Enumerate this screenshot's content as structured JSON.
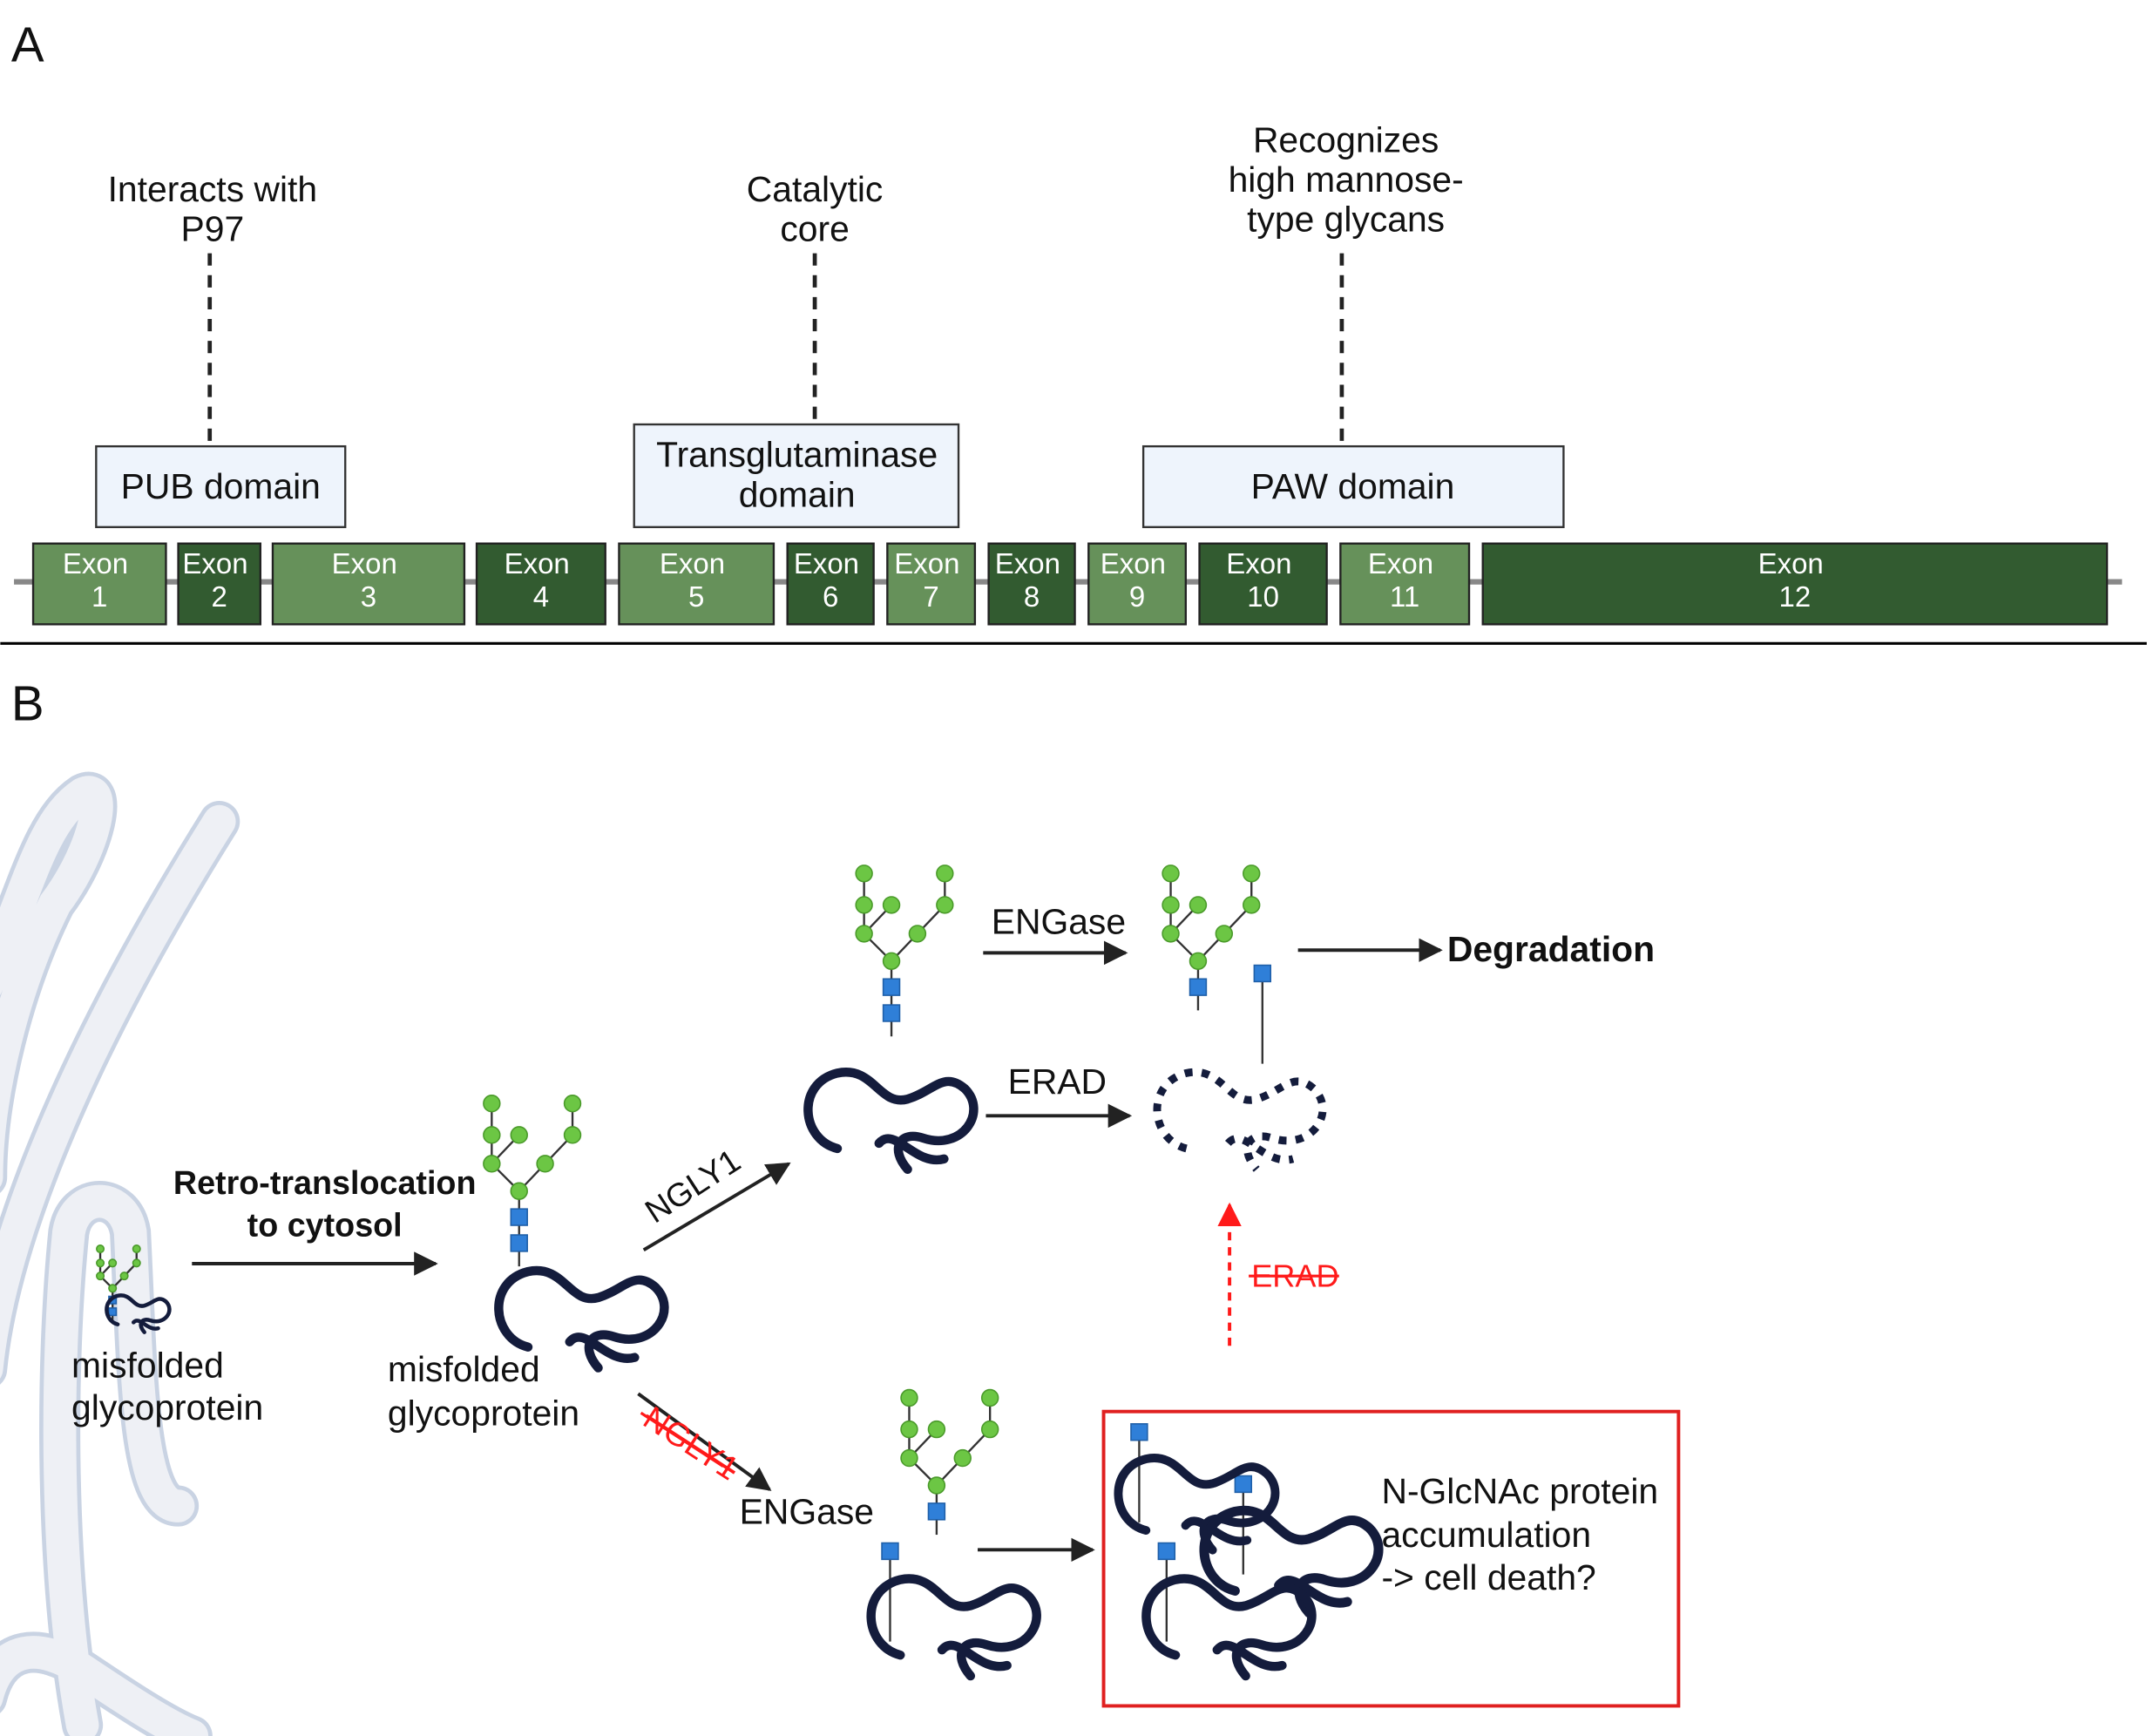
{
  "panel_a": {
    "letter": "A",
    "annotations": {
      "pub": [
        "Interacts with",
        "P97"
      ],
      "tg": [
        "Catalytic",
        "core"
      ],
      "paw": [
        "Recognizes",
        "high mannose-",
        "type glycans"
      ]
    },
    "domains": {
      "pub": [
        "PUB domain"
      ],
      "tg": [
        "Transglutaminase",
        "domain"
      ],
      "paw": [
        "PAW domain"
      ]
    },
    "exon_word": "Exon",
    "exons": [
      "1",
      "2",
      "3",
      "4",
      "5",
      "6",
      "7",
      "8",
      "9",
      "10",
      "11",
      "12"
    ],
    "colors": {
      "exon_light": "#66915a",
      "exon_dark": "#325b30",
      "domain_fill": "#eef4fc"
    }
  },
  "panel_b": {
    "letter": "B",
    "retro": [
      "Retro-translocation",
      "to cytosol"
    ],
    "misfolded_er": [
      "misfolded",
      "glycoprotein"
    ],
    "misfolded_cyto": [
      "misfolded",
      "glycoprotein"
    ],
    "ngly1": "NGLY1",
    "ngly1_absent": "NGLY1",
    "engase_top": "ENGase",
    "degradation": "Degradation",
    "erad": "ERAD",
    "erad_blocked": "ERAD",
    "engase_bottom": "ENGase",
    "outcome": [
      "N-GlcNAc protein",
      "accumulation",
      "-> cell death?"
    ],
    "colors": {
      "glycan_mannose": "#6cc644",
      "glycan_glcnac": "#2f7fd8",
      "protein": "#141c3c",
      "blocked": "#ff1a1a"
    }
  }
}
